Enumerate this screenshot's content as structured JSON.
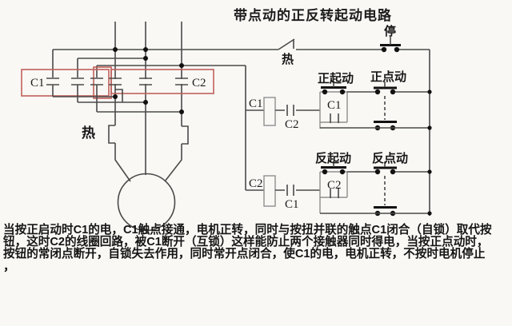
{
  "title": "带点动的正反转起动电路",
  "colors": {
    "background": "#f9f8f5",
    "wire": "#4a4a4a",
    "contactor_box_red": "#c0605c",
    "symbol_black": "#111111",
    "outline_gray": "#8f8f8f"
  },
  "main_circuit": {
    "contactor_forward_label": "C1",
    "contactor_reverse_label": "C2",
    "thermal_relay_label": "热"
  },
  "control_circuit": {
    "thermal_contact_label": "热",
    "stop_button_label": "停",
    "forward": {
      "coil_label": "C1",
      "interlock_contact_label": "C2",
      "start_button_label": "正起动",
      "holding_contact_label": "C1",
      "jog_button_label": "正点动"
    },
    "reverse": {
      "coil_label": "C2",
      "interlock_contact_label": "C1",
      "start_button_label": "反起动",
      "holding_contact_label": "C2",
      "jog_button_label": "反点动"
    }
  },
  "description_lines": {
    "0": "当按正启动时C1的电，C1触点接通，电机正转，同时与按扭并联的触点C1闭合（自锁）取代按",
    "1": "钮，这时C2的线圈回路，被C1断开（互锁）这样能防止两个接触器同时得电，当按正点动时，",
    "2": "按钮的常闭点断开，自锁失去作用，同时常开点闭合，使C1的电，电机正转，不按时电机停止",
    "3": "，"
  }
}
